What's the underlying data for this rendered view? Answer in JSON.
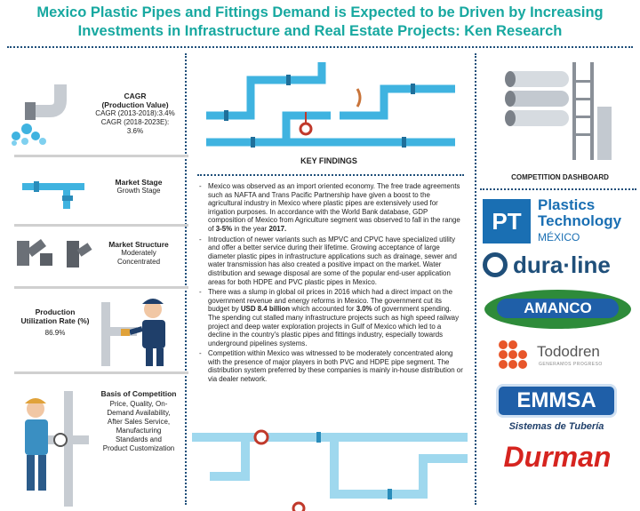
{
  "header": {
    "title_line1": "Mexico Plastic Pipes and Fittings Demand is Expected to be Driven by Increasing",
    "title_line2": "Investments in Infrastructure and Real Estate Projects: Ken Research"
  },
  "left": {
    "cagr": {
      "heading": "CAGR",
      "sub": "(Production Value)",
      "line1": "CAGR (2013-2018):3.4%",
      "line2": "CAGR (2018-2023E):",
      "line3": "3.6%"
    },
    "market_stage": {
      "heading": "Market Stage",
      "value": "Growth Stage"
    },
    "market_structure": {
      "heading": "Market Structure",
      "value1": "Moderately",
      "value2": "Concentrated"
    },
    "utilization": {
      "heading1": "Production",
      "heading2": "Utilization Rate (%)",
      "value": "86.9%"
    },
    "competition": {
      "heading": "Basis of Competition",
      "lines": [
        "Price, Quality, On-",
        "Demand Availability,",
        "After Sales Service,",
        "Manufacturing",
        "Standards and",
        "Product Customization"
      ]
    }
  },
  "center": {
    "key_findings_title": "KEY FINDINGS",
    "bullets": [
      {
        "pre": "Mexico was observed as an import oriented economy. The free trade agreements such as NAFTA and Trans Pacific Partnership have given a boost to the agricultural industry in Mexico where plastic pipes are extensively used for irrigation purposes. In accordance with the World Bank database, GDP composition of Mexico from Agriculture segment was observed to fall in the range of ",
        "b1": "3-5%",
        "mid": " in the year ",
        "b2": "2017.",
        "post": ""
      },
      {
        "pre": "Introduction of newer variants such as MPVC and CPVC have specialized utility and offer a better service during their lifetime. Growing acceptance of large diameter plastic pipes in infrastructure applications such as drainage, sewer and water transmission has also created a positive impact on the market. Water distribution and sewage disposal are some of the popular end-user application areas for both HDPE and PVC plastic pipes in Mexico.",
        "b1": "",
        "mid": "",
        "b2": "",
        "post": ""
      },
      {
        "pre": "There was a slump in global oil prices in 2016 which had a direct impact on the government revenue and energy reforms in Mexico. The government cut its budget by ",
        "b1": "USD 8.4 billion",
        "mid": " which accounted for ",
        "b2": "3.0%",
        "post": " of government spending. The spending cut stalled many infrastructure projects such as high speed railway project and deep water exploration projects in Gulf of Mexico which led to a decline in the country's plastic pipes and fittings industry, especially towards underground pipelines systems."
      },
      {
        "pre": "Competition within Mexico was witnessed to be moderately concentrated along with the presence of major players in both PVC and HDPE pipe segment. The distribution system preferred by these companies is mainly in-house distribution or via dealer network.",
        "b1": "",
        "mid": "",
        "b2": "",
        "post": ""
      }
    ]
  },
  "right": {
    "dashboard_title": "COMPETITION DASHBOARD",
    "logos": {
      "pt_badge": "PT",
      "pt_line1": "Plastics",
      "pt_line2": "Technology",
      "pt_line3": "MÉXICO",
      "duraline": "dura·line",
      "amanco": "AMANCO",
      "tododren": "Tododren",
      "tododren_sub": "GENERAMOS PROGRESO",
      "emmsa": "EMMSA",
      "emmsa_sub": "Sistemas de Tubería",
      "durman": "Durman"
    }
  },
  "colors": {
    "teal": "#17a8a0",
    "navy": "#1f4f7a",
    "pipe": "#3fb3e0",
    "pt_blue": "#1a6fb3",
    "amanco_green": "#2e8b3a",
    "durman_red": "#d6241f"
  }
}
